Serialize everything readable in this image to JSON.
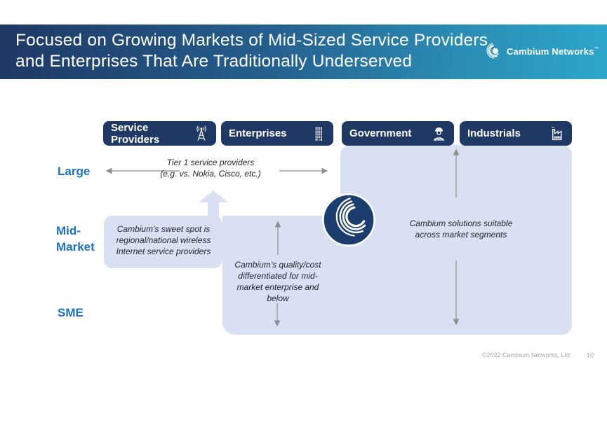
{
  "slide": {
    "title": "Focused on Growing Markets of Mid-Sized Service Providers\nand Enterprises That Are Traditionally Underserved",
    "brand": {
      "name": "Cambium Networks",
      "tm": "™"
    }
  },
  "columns": [
    {
      "label": "Service Providers",
      "icon": "antenna-icon"
    },
    {
      "label": "Enterprises",
      "icon": "building-icon"
    },
    {
      "label": "Government",
      "icon": "soldier-icon"
    },
    {
      "label": "Industrials",
      "icon": "factory-icon"
    }
  ],
  "rows": [
    {
      "label": "Large"
    },
    {
      "label": "Mid-\nMarket"
    },
    {
      "label": "SME"
    }
  ],
  "annotations": {
    "tier1": "Tier 1 service providers\n(e.g. vs. Nokia, Cisco, etc.)",
    "sweet_spot": "Cambium’s sweet spot is\nregional/national wireless\nInternet service providers",
    "quality_cost": "Cambium’s quality/cost\ndifferentiated for mid-\nmarket enterprise and\nbelow",
    "solutions": "Cambium solutions suitable\nacross market segments"
  },
  "footer": {
    "copyright": "©2022 Cambium Networks, Ltd",
    "page": "10"
  },
  "colors": {
    "band_gradient_start": "#1f3864",
    "band_gradient_end": "#2da6cc",
    "header_navy": "#203864",
    "box_blue": "#d9e0f2",
    "row_label_blue": "#1c72c0",
    "arrow_gray": "#8f8f8f",
    "logo_navy": "#1b3e6f"
  }
}
